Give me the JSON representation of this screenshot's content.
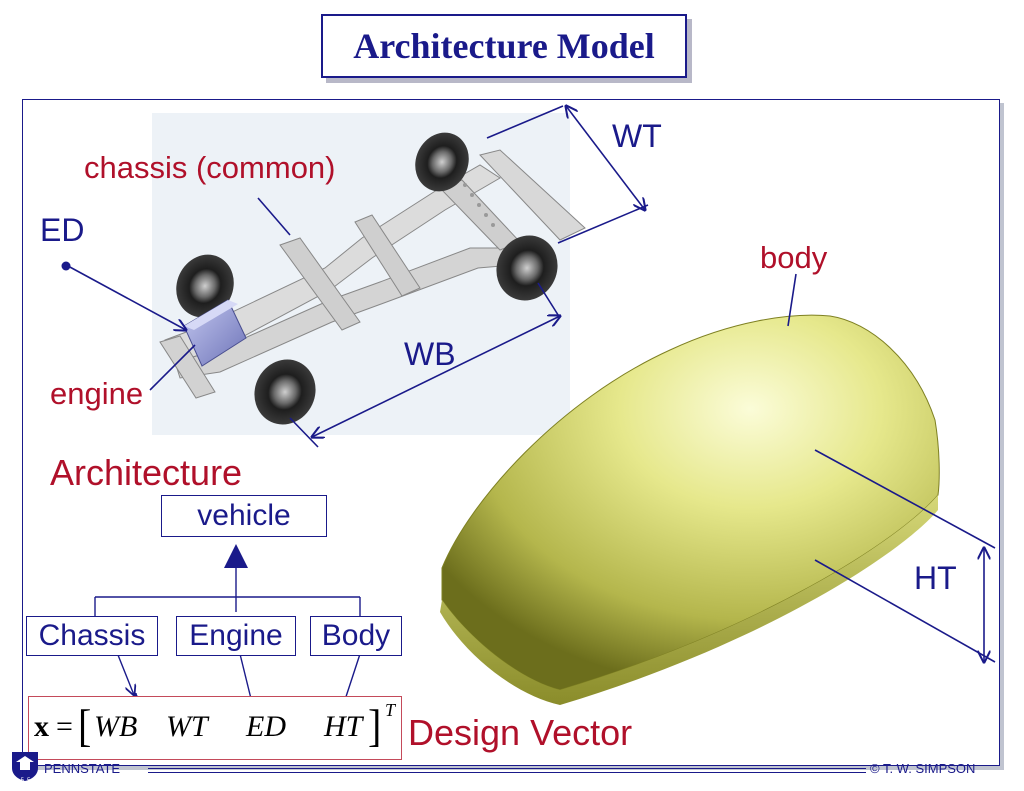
{
  "slide": {
    "title": "Architecture Model",
    "labels": {
      "wt": "WT",
      "chassis_common": "chassis (common)",
      "ed": "ED",
      "body": "body",
      "wb": "WB",
      "engine": "engine",
      "architecture": "Architecture",
      "ht": "HT",
      "design_vector": "Design Vector"
    },
    "hierarchy": {
      "root": "vehicle",
      "children": [
        "Chassis",
        "Engine",
        "Body"
      ]
    },
    "design_vector": {
      "bold_symbol": "x",
      "equals": "=",
      "open_bracket": "[",
      "terms": [
        "WB",
        "WT",
        "ED",
        "HT"
      ],
      "close_bracket": "]",
      "superscript": "T"
    }
  },
  "footer": {
    "logo_text": "PENNSTATE",
    "logo_year": "1855",
    "copyright": "© T. W. SIMPSON"
  },
  "colors": {
    "navy": "#1a1a8a",
    "red": "#b0102a",
    "body_yellow": "#e4e68a"
  }
}
